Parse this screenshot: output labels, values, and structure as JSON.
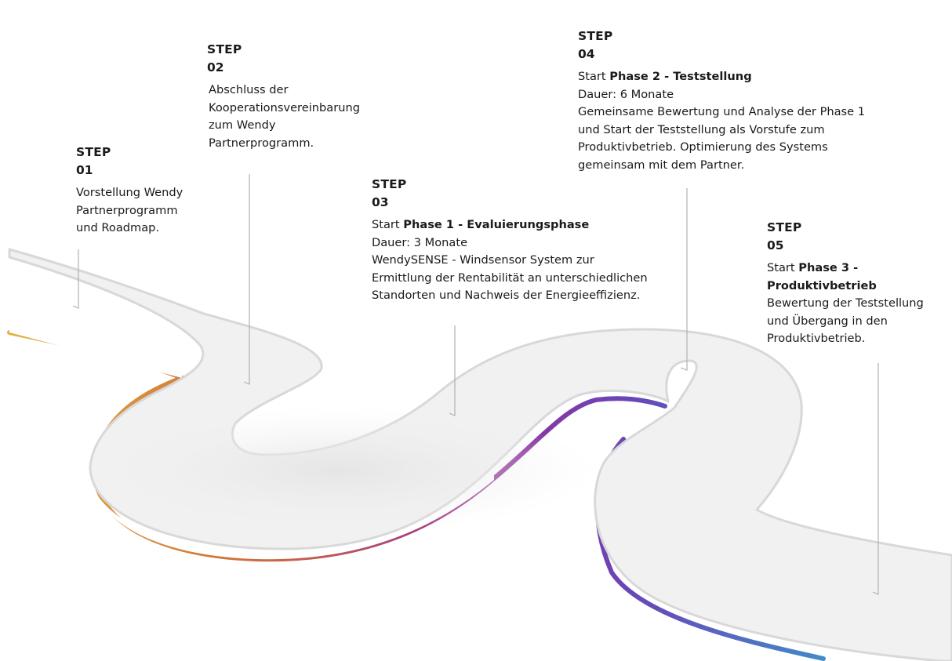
{
  "steps": [
    {
      "label": "STEP",
      "number": "01",
      "lines": [
        "Vorstellung Wendy",
        "Partnerprogramm",
        "und Roadmap."
      ]
    },
    {
      "label": "STEP",
      "number": "02",
      "lines": [
        "Abschluss der",
        "Kooperationsvereinbarung",
        "zum Wendy",
        "Partnerprogramm."
      ]
    },
    {
      "label": "STEP",
      "number": "03",
      "start_prefix": "Start ",
      "phase": "Phase 1 - Evaluierungsphase",
      "duration": "Dauer: 3 Monate",
      "lines": [
        "WendySENSE - Windsensor System zur",
        "Ermittlung der Rentabilität an unterschiedlichen",
        "Standorten und Nachweis der Energieeffizienz."
      ]
    },
    {
      "label": "STEP",
      "number": "04",
      "start_prefix": "Start ",
      "phase": "Phase 2 - Teststellung",
      "duration": "Dauer: 6 Monate",
      "lines": [
        "Gemeinsame Bewertung und Analyse der Phase 1",
        "und Start der Teststellung als Vorstufe zum",
        "Produktivbetrieb. Optimierung des Systems",
        "gemeinsam mit dem Partner."
      ]
    },
    {
      "label": "STEP",
      "number": "05",
      "start_prefix": "Start ",
      "phase_line1": "Phase 3 -",
      "phase_line2": "Produktivbetrieb",
      "lines": [
        "Bewertung der Teststellung",
        "und Übergang in den",
        "Produktivbetrieb."
      ]
    }
  ],
  "colors": {
    "gradient_start": "#e2b440",
    "gradient_orange": "#cf6f3a",
    "gradient_magenta": "#9a3094",
    "gradient_purple": "#6a45b8",
    "gradient_end": "#3f8fc9",
    "road_top": "#f1f1f1",
    "road_outline": "#d8d8d8",
    "leader_line": "#b0b0b0"
  }
}
